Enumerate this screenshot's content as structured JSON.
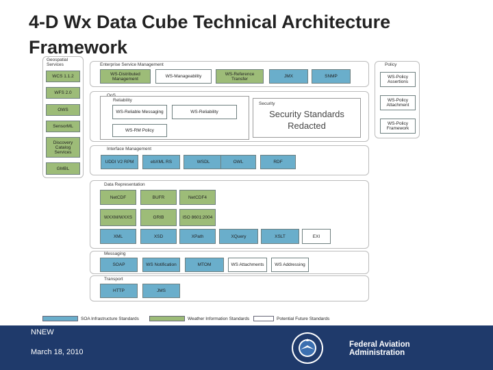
{
  "title": "4-D Wx Data Cube Technical Architecture Framework",
  "geospatial": {
    "label": "Geospatial Services",
    "items": [
      "WCS 1.1.2",
      "WFS 2.0",
      "OWS",
      "SensorML",
      "Discovery Catalog Services",
      "GMBL"
    ]
  },
  "enterprise": {
    "label": "Enterprise Service Management",
    "items": [
      "WS-Distributed Management",
      "WS-Manageability",
      "WS-Reference Transfer",
      "JMX",
      "SNMP"
    ]
  },
  "qos": {
    "label": "QoS",
    "reliability": {
      "label": "Reliability",
      "items": [
        "WS-Reliable Messaging",
        "WS-Reliability",
        "WS-RM Policy"
      ]
    },
    "security": {
      "label": "Security",
      "redacted_line1": "Security Standards",
      "redacted_line2": "Redacted"
    }
  },
  "policy": {
    "label": "Policy",
    "items": [
      "WS-Policy Assertions",
      "WS-Policy Attachment",
      "WS-Policy Framework"
    ]
  },
  "interface": {
    "label": "Interface Management",
    "items": [
      "UDDI V2 RPM",
      "ebXML RS",
      "WSDL",
      "OWL",
      "RDF"
    ]
  },
  "data": {
    "label": "Data Representation",
    "row1": [
      "NetCDF",
      "BUFR",
      "NetCDF4"
    ],
    "row2": [
      "WXXM/WXXS",
      "GRIB",
      "ISO 8601:2004"
    ],
    "row3": [
      "XML",
      "XSD",
      "XPath",
      "XQuery",
      "XSLT",
      "EXI"
    ]
  },
  "messaging": {
    "label": "Messaging",
    "items": [
      "SOAP",
      "WS Notification",
      "MTOM",
      "WS Attachments",
      "WS Addressing"
    ]
  },
  "transport": {
    "label": "Transport",
    "items": [
      "HTTP",
      "JMS"
    ]
  },
  "legend": {
    "soa": "SOA Infrastructure Standards",
    "wx": "Weather Information Standards",
    "future": "Potential Future Standards"
  },
  "colors": {
    "soa": "#6aaecb",
    "wx": "#9dbc78",
    "future": "#ffffff",
    "footer": "#1f3a6b"
  },
  "footer": {
    "org": "NNEW",
    "date": "March 18, 2010",
    "agency_line1": "Federal Aviation",
    "agency_line2": "Administration"
  }
}
